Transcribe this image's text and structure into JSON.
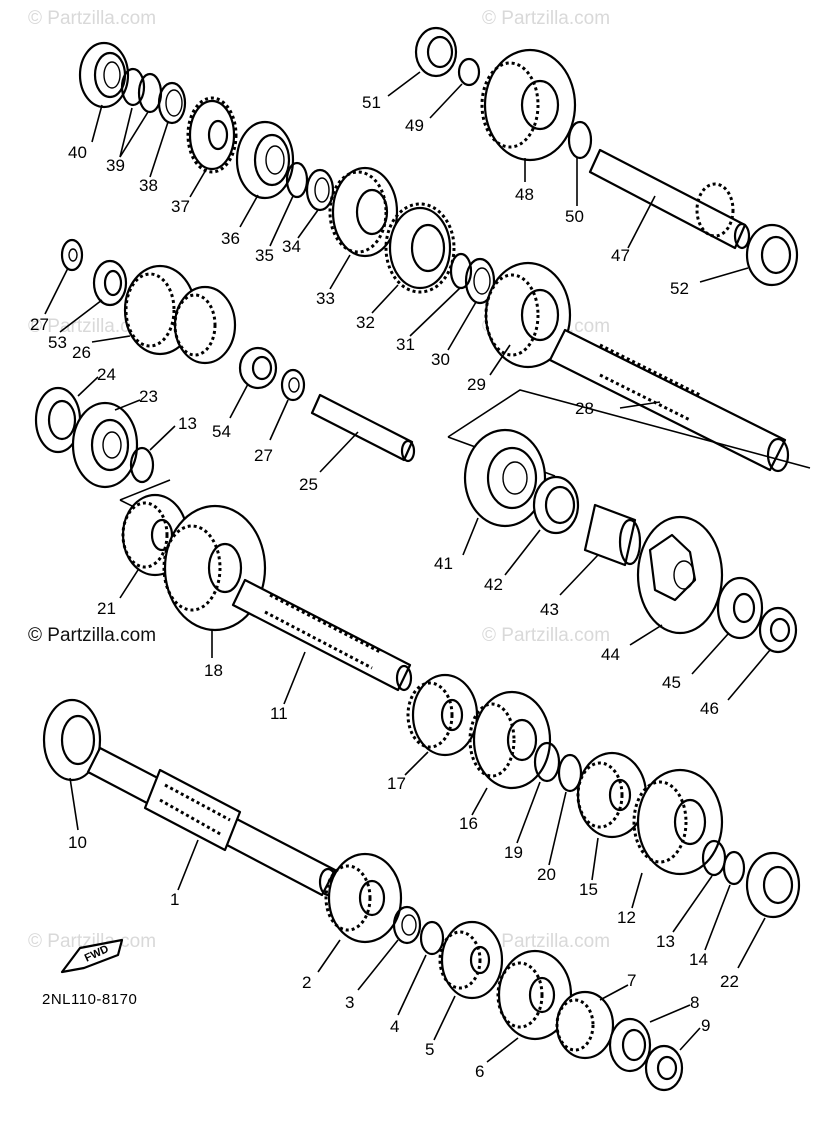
{
  "watermark": {
    "text": "© Partzilla.com",
    "positions_note": ""
  },
  "diagram_code": "2NL110-8170",
  "fwd_label": "FWD",
  "callouts": [
    {
      "id": "c40",
      "label": "40"
    },
    {
      "id": "c39",
      "label": "39"
    },
    {
      "id": "c38",
      "label": "38"
    },
    {
      "id": "c37",
      "label": "37"
    },
    {
      "id": "c36",
      "label": "36"
    },
    {
      "id": "c35",
      "label": "35"
    },
    {
      "id": "c34",
      "label": "34"
    },
    {
      "id": "c33",
      "label": "33"
    },
    {
      "id": "c32",
      "label": "32"
    },
    {
      "id": "c31",
      "label": "31"
    },
    {
      "id": "c30",
      "label": "30"
    },
    {
      "id": "c29",
      "label": "29"
    },
    {
      "id": "c28",
      "label": "28"
    },
    {
      "id": "c51",
      "label": "51"
    },
    {
      "id": "c49",
      "label": "49"
    },
    {
      "id": "c48",
      "label": "48"
    },
    {
      "id": "c50",
      "label": "50"
    },
    {
      "id": "c47",
      "label": "47"
    },
    {
      "id": "c52",
      "label": "52"
    },
    {
      "id": "c27a",
      "label": "27"
    },
    {
      "id": "c53",
      "label": "53"
    },
    {
      "id": "c26",
      "label": "26"
    },
    {
      "id": "c24",
      "label": "24"
    },
    {
      "id": "c23",
      "label": "23"
    },
    {
      "id": "c13a",
      "label": "13"
    },
    {
      "id": "c54",
      "label": "54"
    },
    {
      "id": "c27b",
      "label": "27"
    },
    {
      "id": "c25",
      "label": "25"
    },
    {
      "id": "c21",
      "label": "21"
    },
    {
      "id": "c18",
      "label": "18"
    },
    {
      "id": "c11",
      "label": "11"
    },
    {
      "id": "c41",
      "label": "41"
    },
    {
      "id": "c42",
      "label": "42"
    },
    {
      "id": "c43",
      "label": "43"
    },
    {
      "id": "c44",
      "label": "44"
    },
    {
      "id": "c45",
      "label": "45"
    },
    {
      "id": "c46",
      "label": "46"
    },
    {
      "id": "c10",
      "label": "10"
    },
    {
      "id": "c17",
      "label": "17"
    },
    {
      "id": "c16",
      "label": "16"
    },
    {
      "id": "c19",
      "label": "19"
    },
    {
      "id": "c20",
      "label": "20"
    },
    {
      "id": "c15",
      "label": "15"
    },
    {
      "id": "c12",
      "label": "12"
    },
    {
      "id": "c13b",
      "label": "13"
    },
    {
      "id": "c14",
      "label": "14"
    },
    {
      "id": "c22",
      "label": "22"
    },
    {
      "id": "c1",
      "label": "1"
    },
    {
      "id": "c2",
      "label": "2"
    },
    {
      "id": "c3",
      "label": "3"
    },
    {
      "id": "c4",
      "label": "4"
    },
    {
      "id": "c5",
      "label": "5"
    },
    {
      "id": "c6",
      "label": "6"
    },
    {
      "id": "c7",
      "label": "7"
    },
    {
      "id": "c8",
      "label": "8"
    },
    {
      "id": "c9",
      "label": "9"
    }
  ]
}
